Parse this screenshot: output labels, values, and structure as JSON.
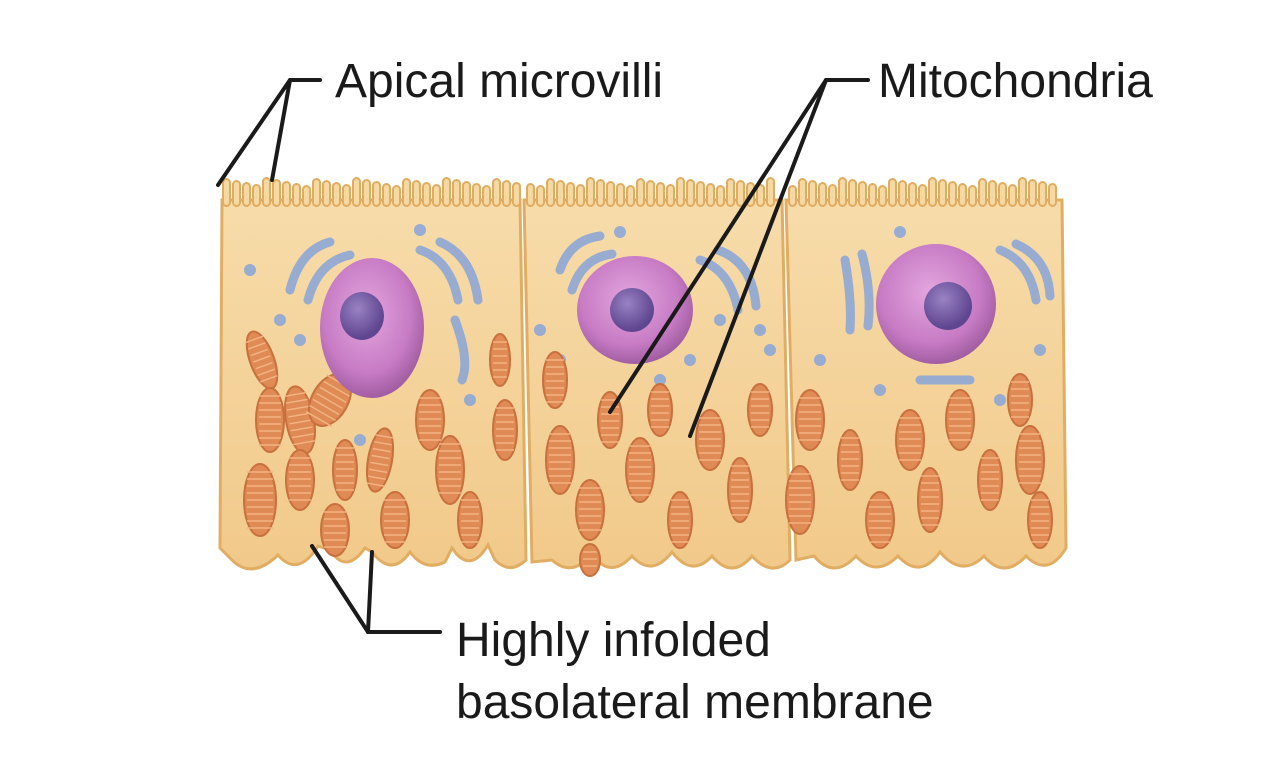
{
  "labels": {
    "apical_microvilli": "Apical microvilli",
    "mitochondria": "Mitochondria",
    "basolateral_line1": "Highly infolded",
    "basolateral_line2": "basolateral membrane"
  },
  "colors": {
    "cytoplasm": "#f4d49a",
    "cell_outline": "#e6b46a",
    "nucleus": "#c77bc4",
    "nucleolus": "#7d5ea8",
    "er": "#8ea7d6",
    "mitochondria": "#e08a55",
    "leader_line": "#1a1a1a"
  },
  "icons": {
    "cells": "epithelial-cell-icon",
    "nucleus": "nucleus-icon",
    "mitochondrion": "mitochondrion-icon",
    "er": "endoplasmic-reticulum-icon"
  }
}
